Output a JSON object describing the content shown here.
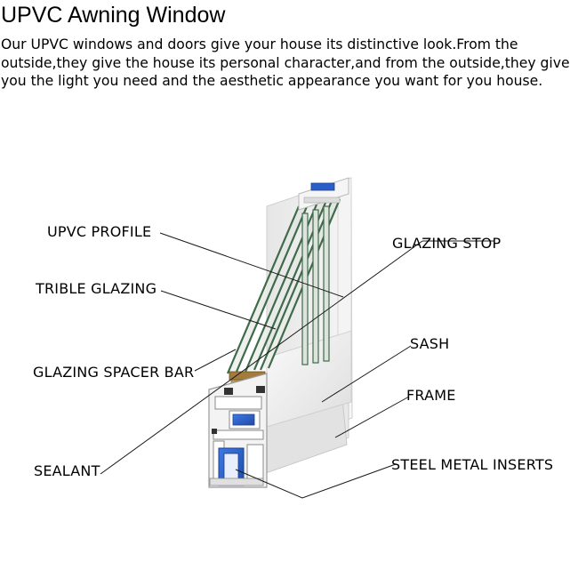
{
  "page": {
    "title": "UPVC Awning Window",
    "description": "Our UPVC windows and doors give your house its distinctive look.From the outside,they give the house its personal character,and from the outside,they give you the light you need and the aesthetic appearance you want for you house."
  },
  "diagram": {
    "labels": {
      "upvc_profile": "UPVC PROFILE",
      "glazing_stop": "GLAZING STOP",
      "trible_glazing": "TRIBLE GLAZING",
      "sash": "SASH",
      "glazing_spacer_bar": "GLAZING SPACER BAR",
      "frame": "FRAME",
      "sealant": "SEALANT",
      "steel_metal_inserts": "STEEL METAL INSERTS"
    },
    "colors": {
      "profile_white": "#eeeeee",
      "profile_shade": "#d2d2d2",
      "glass_edge": "#3f6b4a",
      "steel_insert_blue": "#2a5fc8",
      "spacer_bronze": "#a27c3c",
      "leader_line": "#1a1a1a"
    }
  }
}
